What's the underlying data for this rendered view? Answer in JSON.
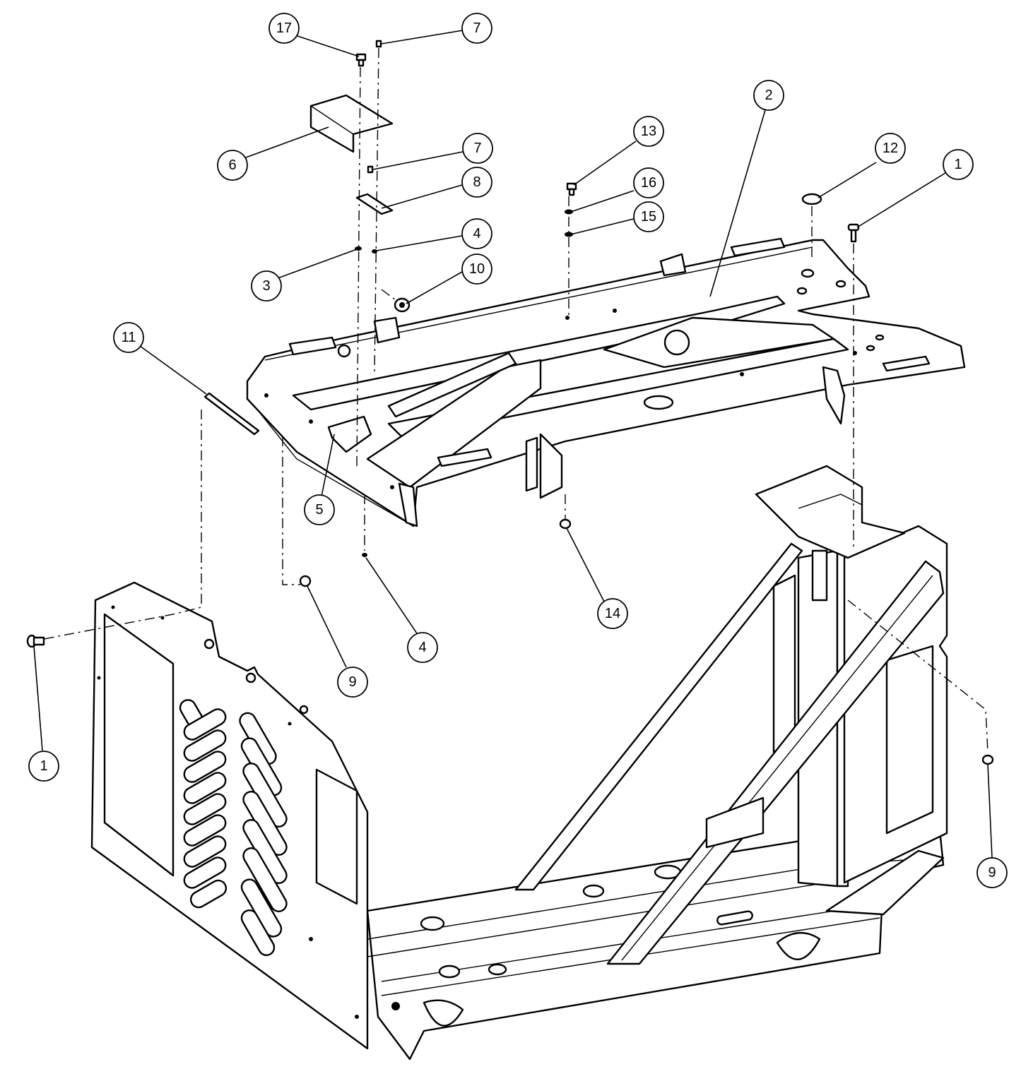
{
  "callouts": [
    {
      "id": "c17a",
      "label": "17"
    },
    {
      "id": "c7a",
      "label": "7"
    },
    {
      "id": "c6",
      "label": "6"
    },
    {
      "id": "c7b",
      "label": "7"
    },
    {
      "id": "c8",
      "label": "8"
    },
    {
      "id": "c4a",
      "label": "4"
    },
    {
      "id": "c3",
      "label": "3"
    },
    {
      "id": "c10",
      "label": "10"
    },
    {
      "id": "c11",
      "label": "11"
    },
    {
      "id": "c5",
      "label": "5"
    },
    {
      "id": "c13",
      "label": "13"
    },
    {
      "id": "c16",
      "label": "16"
    },
    {
      "id": "c15",
      "label": "15"
    },
    {
      "id": "c2",
      "label": "2"
    },
    {
      "id": "c12",
      "label": "12"
    },
    {
      "id": "c1a",
      "label": "1"
    },
    {
      "id": "c14",
      "label": "14"
    },
    {
      "id": "c4b",
      "label": "4"
    },
    {
      "id": "c9a",
      "label": "9"
    },
    {
      "id": "c1b",
      "label": "1"
    },
    {
      "id": "c9b",
      "label": "9"
    }
  ],
  "colors": {
    "ink": "#000000",
    "paper": "#ffffff"
  }
}
